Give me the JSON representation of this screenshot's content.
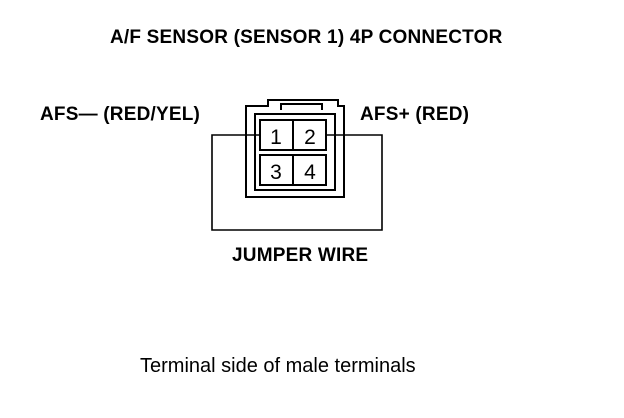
{
  "title": "A/F SENSOR (SENSOR 1) 4P CONNECTOR",
  "left_terminal_label": "AFS— (RED/YEL)",
  "right_terminal_label": "AFS+ (RED)",
  "terminals": [
    "1",
    "2",
    "3",
    "4"
  ],
  "jumper_label": "JUMPER WIRE",
  "caption": "Terminal side of male terminals"
}
